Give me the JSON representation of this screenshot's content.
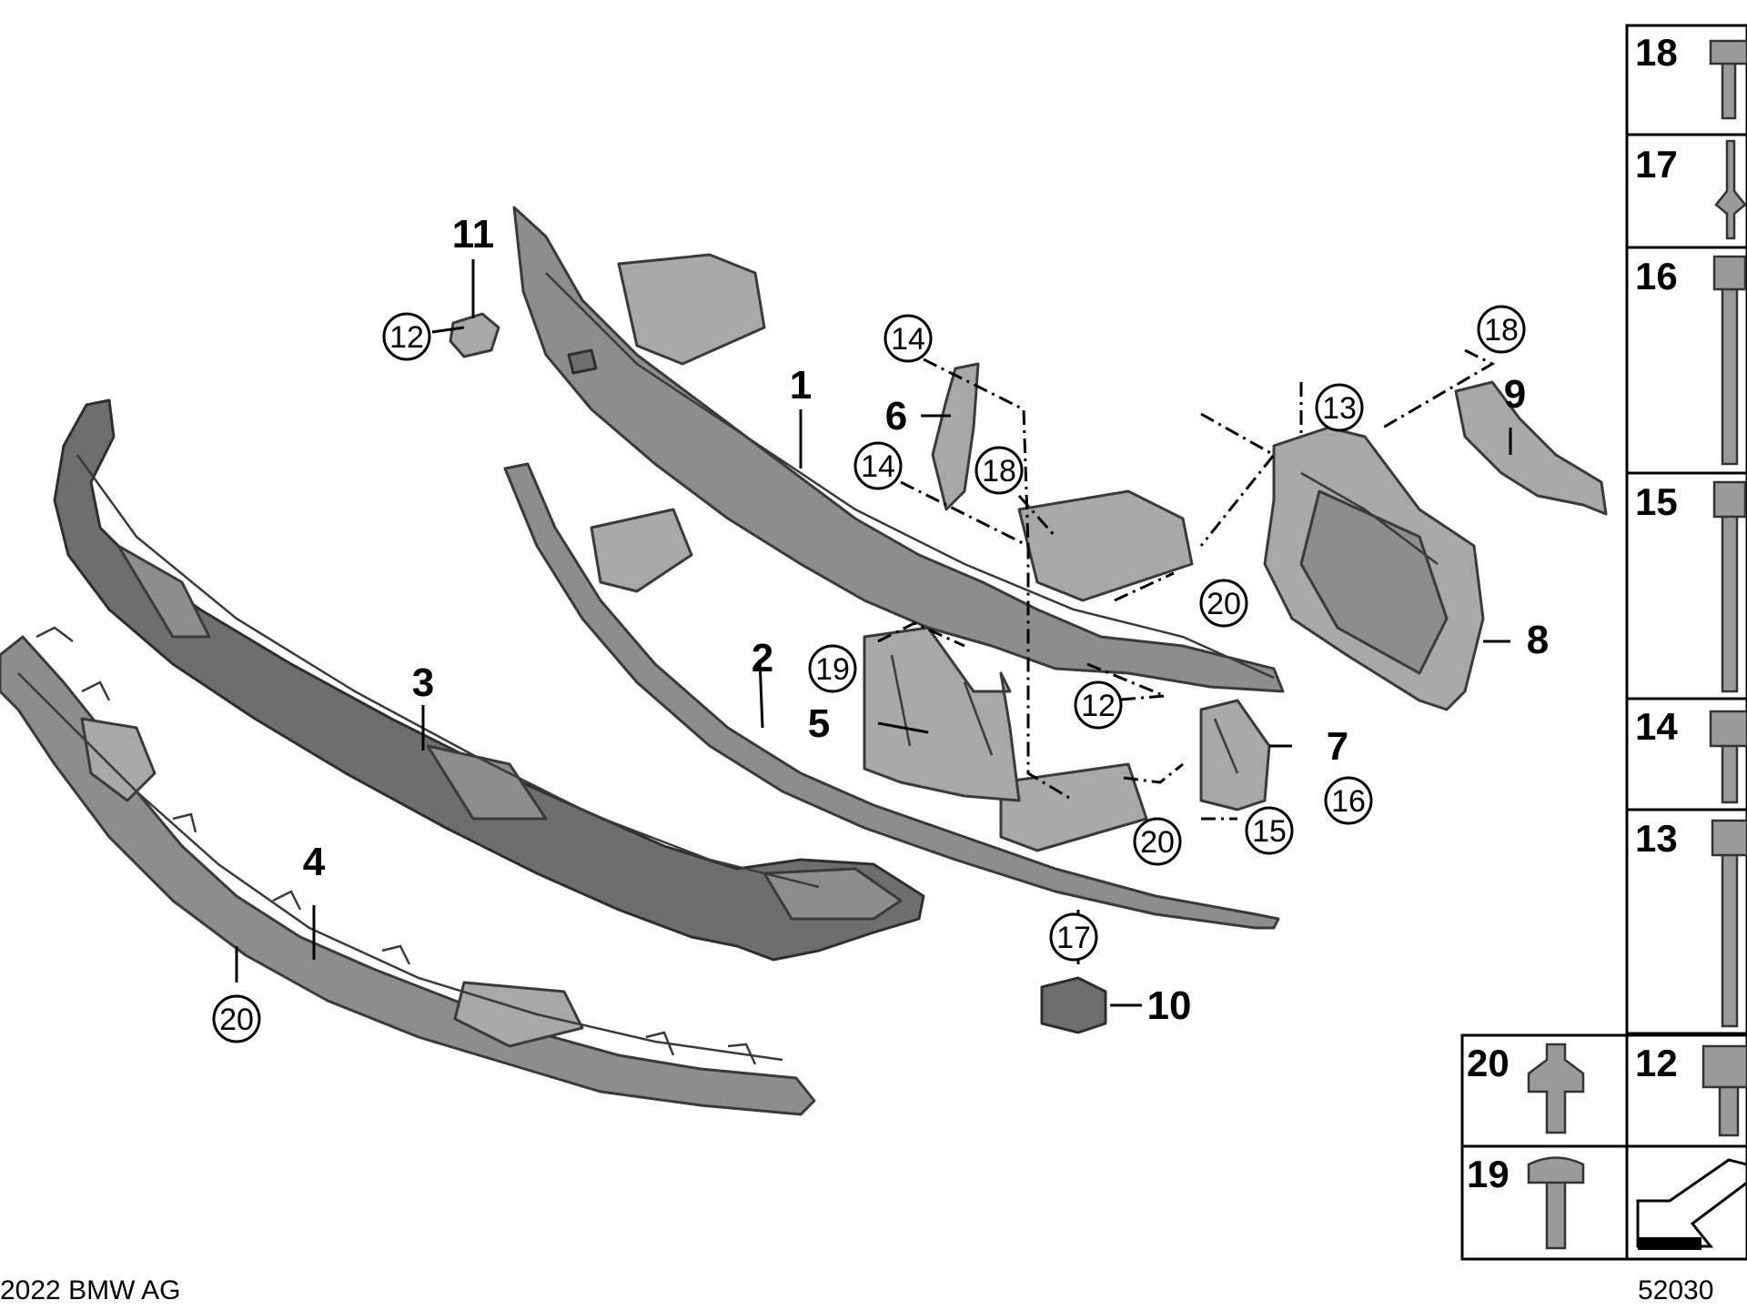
{
  "copyright": "2022 BMW AG",
  "diagram_number": "52030",
  "callouts": {
    "c1": "1",
    "c2": "2",
    "c3": "3",
    "c4": "4",
    "c5": "5",
    "c6": "6",
    "c7": "7",
    "c8": "8",
    "c9": "9",
    "c10": "10",
    "c11": "11"
  },
  "circled": {
    "a12": "12",
    "b12": "12",
    "a13": "13",
    "a14": "14",
    "b14": "14",
    "a15": "15",
    "a16": "16",
    "a17": "17",
    "a18": "18",
    "b18": "18",
    "a19": "19",
    "a20": "20",
    "b20": "20",
    "c20": "20"
  },
  "fastener_table": {
    "r18": "18",
    "r17": "17",
    "r16": "16",
    "r15": "15",
    "r14": "14",
    "r13": "13",
    "r20": "20",
    "r12": "12",
    "r19": "19"
  }
}
